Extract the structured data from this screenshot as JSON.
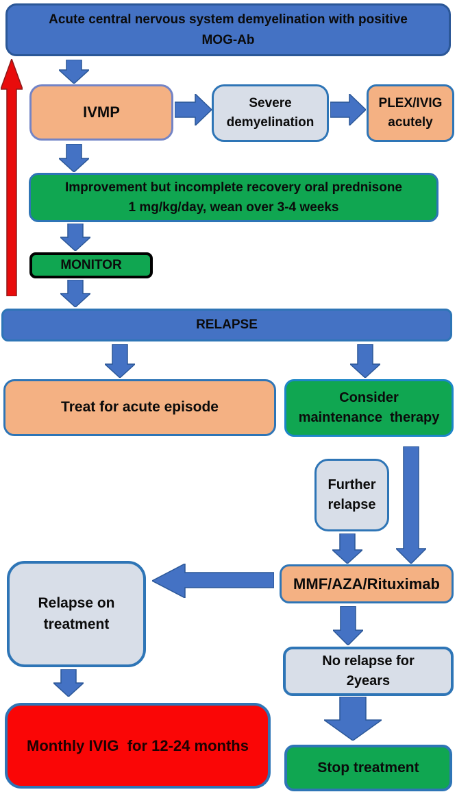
{
  "palette": {
    "blue_fill": "#4472C4",
    "blue_border": "#2E75B6",
    "dark_blue_border": "#2B5797",
    "orange_fill": "#F4B183",
    "green_fill": "#10A651",
    "gray_fill": "#D8DEE8",
    "red_fill": "#FA0606",
    "arrow_blue": "#4472C4",
    "arrow_red": "#E80C0C",
    "monitor_border": "#000000",
    "text_color": "#0b0b0b"
  },
  "nodes": {
    "top_box": {
      "label": "Acute central nervous system demyelination with positive\nMOG-Ab"
    },
    "ivmp": {
      "label": "IVMP"
    },
    "severe_demyelination": {
      "label": "Severe\ndemyelination"
    },
    "plex_ivig": {
      "label": "PLEX/IVIG\nacutely"
    },
    "prednisone": {
      "label": "Improvement but incomplete recovery oral prednisone\n1 mg/kg/day, wean over 3-4 weeks"
    },
    "monitor": {
      "label": "MONITOR"
    },
    "relapse": {
      "label": "RELAPSE"
    },
    "treat_acute": {
      "label": "Treat for acute episode"
    },
    "maintenance": {
      "label": "Consider\nmaintenance  therapy"
    },
    "further_relapse": {
      "label": "Further\nrelapse"
    },
    "mmf_aza_rituximab": {
      "label": "MMF/AZA/Rituximab"
    },
    "relapse_on_treatment": {
      "label": "Relapse on\ntreatment"
    },
    "no_relapse_2_years": {
      "label": "No relapse for\n2years"
    },
    "monthly_ivig": {
      "label": "Monthly IVIG  for 12-24 months"
    },
    "stop_treatment": {
      "label": "Stop treatment"
    }
  }
}
